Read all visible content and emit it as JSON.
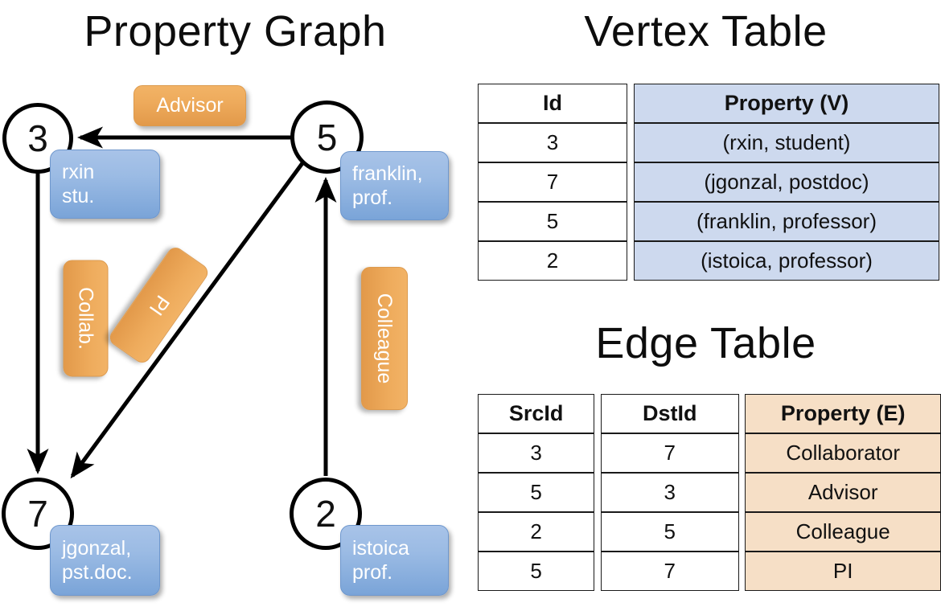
{
  "titles": {
    "property_graph": "Property Graph",
    "vertex_table": "Vertex Table",
    "edge_table": "Edge Table"
  },
  "graph": {
    "nodes": [
      {
        "id": "3",
        "property": "rxin\nstu."
      },
      {
        "id": "5",
        "property": "franklin,\nprof."
      },
      {
        "id": "7",
        "property": "jgonzal,\npst.doc."
      },
      {
        "id": "2",
        "property": "istoica\nprof."
      }
    ],
    "node_labels": {
      "n3": "3",
      "n5": "5",
      "n7": "7",
      "n2": "2"
    },
    "node_props": {
      "rxin_line1": "rxin",
      "rxin_line2": "stu.",
      "franklin_line1": "franklin,",
      "franklin_line2": "prof.",
      "jgonzal_line1": "jgonzal,",
      "jgonzal_line2": "pst.doc.",
      "istoica_line1": "istoica",
      "istoica_line2": "prof."
    },
    "edge_labels": {
      "advisor": "Advisor",
      "collab": "Collab.",
      "pi": "PI",
      "colleague": "Colleague"
    },
    "edges": [
      {
        "src": "5",
        "dst": "3",
        "label": "Advisor"
      },
      {
        "src": "3",
        "dst": "7",
        "label": "Collab."
      },
      {
        "src": "5",
        "dst": "7",
        "label": "PI"
      },
      {
        "src": "2",
        "dst": "5",
        "label": "Colleague"
      }
    ]
  },
  "vertex_table": {
    "headers": [
      "Id",
      "Property (V)"
    ],
    "rows": [
      {
        "id": "3",
        "property": "(rxin, student)"
      },
      {
        "id": "7",
        "property": "(jgonzal, postdoc)"
      },
      {
        "id": "5",
        "property": "(franklin, professor)"
      },
      {
        "id": "2",
        "property": "(istoica, professor)"
      }
    ]
  },
  "edge_table": {
    "headers": [
      "SrcId",
      "DstId",
      "Property (E)"
    ],
    "rows": [
      {
        "src": "3",
        "dst": "7",
        "property": "Collaborator"
      },
      {
        "src": "5",
        "dst": "3",
        "property": "Advisor"
      },
      {
        "src": "2",
        "dst": "5",
        "property": "Colleague"
      },
      {
        "src": "5",
        "dst": "7",
        "property": "PI"
      }
    ]
  },
  "colors": {
    "vertex_property_fill": "#cdd9ee",
    "edge_property_fill": "#f6dfc6",
    "node_property_box": "#9bbbe4",
    "edge_label_box": "#eeab5c",
    "stroke": "#000000",
    "background": "#ffffff"
  }
}
